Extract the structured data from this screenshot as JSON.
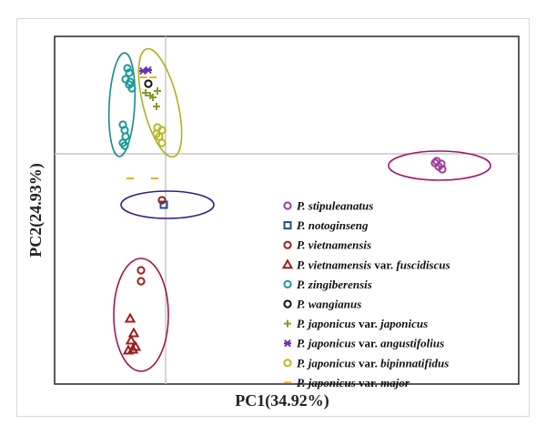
{
  "chart_data": {
    "type": "scatter",
    "title": "",
    "xlabel": "PC1(34.92%)",
    "ylabel": "PC2(24.93%)",
    "xlim": [
      -1.22,
      3.88
    ],
    "ylim": [
      -2.53,
      1.29
    ],
    "grid": false,
    "zero_lines": true,
    "legend_placement": "bottom-right",
    "series": [
      {
        "name": "P. stipuleanatus",
        "parts": [
          "P. stipuleanatus"
        ],
        "marker": "circle",
        "color": "#a03c9c",
        "points": [
          [
            2.98,
            -0.08
          ],
          [
            3.03,
            -0.11
          ],
          [
            3.0,
            -0.14
          ],
          [
            3.04,
            -0.17
          ],
          [
            2.96,
            -0.1
          ]
        ]
      },
      {
        "name": "P. notoginseng",
        "parts": [
          "P. notoginseng"
        ],
        "marker": "square",
        "color": "#1f4e8c",
        "points": [
          [
            -0.02,
            -0.56
          ]
        ]
      },
      {
        "name": "P. vietnamensis",
        "parts": [
          "P. vietnamensis"
        ],
        "marker": "circle",
        "color": "#a01c1c",
        "points": [
          [
            -0.04,
            -0.51
          ],
          [
            -0.27,
            -1.28
          ],
          [
            -0.27,
            -1.4
          ]
        ]
      },
      {
        "name": "P. vietnamensis var. fuscidiscus",
        "parts": [
          "P. vietnamensis",
          " var. ",
          "fuscidiscus"
        ],
        "marker": "triangle",
        "color": "#a01c1c",
        "points": [
          [
            -0.39,
            -1.81
          ],
          [
            -0.35,
            -1.97
          ],
          [
            -0.38,
            -2.05
          ],
          [
            -0.33,
            -2.12
          ],
          [
            -0.36,
            -2.15
          ],
          [
            -0.41,
            -2.16
          ]
        ]
      },
      {
        "name": "P. zingiberensis",
        "parts": [
          "P. zingiberensis"
        ],
        "marker": "circle",
        "color": "#1a9a9a",
        "points": [
          [
            -0.42,
            0.94
          ],
          [
            -0.4,
            0.89
          ],
          [
            -0.44,
            0.82
          ],
          [
            -0.39,
            0.79
          ],
          [
            -0.37,
            0.72
          ],
          [
            -0.4,
            0.76
          ],
          [
            -0.47,
            0.32
          ],
          [
            -0.45,
            0.26
          ],
          [
            -0.44,
            0.19
          ],
          [
            -0.47,
            0.12
          ],
          [
            -0.45,
            0.09
          ]
        ]
      },
      {
        "name": "P. wangianus",
        "parts": [
          "P. wangianus"
        ],
        "marker": "circle",
        "color": "#111111",
        "points": [
          [
            -0.19,
            0.77
          ]
        ]
      },
      {
        "name": "P. japonicus var. japonicus",
        "parts": [
          "P. japonicus",
          " var. ",
          "japonicus"
        ],
        "marker": "plus",
        "color": "#8a9a2a",
        "points": [
          [
            -0.22,
            0.67
          ],
          [
            -0.17,
            0.64
          ],
          [
            -0.09,
            0.69
          ],
          [
            -0.1,
            0.52
          ],
          [
            -0.14,
            0.62
          ]
        ]
      },
      {
        "name": "P. japonicus var. angustifolius",
        "parts": [
          "P. japonicus",
          " var. ",
          "angustifolius"
        ],
        "marker": "star",
        "color": "#6a2fb0",
        "points": [
          [
            -0.25,
            0.91
          ],
          [
            -0.19,
            0.92
          ]
        ]
      },
      {
        "name": "P. japonicus var. bipinnatifidus",
        "parts": [
          "P. japonicus",
          " var. ",
          "bipinnatifidus"
        ],
        "marker": "circle",
        "color": "#b8b820",
        "points": [
          [
            -0.09,
            0.29
          ],
          [
            -0.04,
            0.26
          ],
          [
            -0.07,
            0.19
          ],
          [
            -0.04,
            0.12
          ],
          [
            -0.1,
            0.22
          ]
        ]
      },
      {
        "name": "P. japonicus var. major",
        "parts": [
          "P. japonicus",
          " var. ",
          "major"
        ],
        "marker": "dash",
        "color": "#f0b020",
        "points": [
          [
            -0.24,
            0.84
          ],
          [
            -0.14,
            0.84
          ],
          [
            -0.39,
            -0.27
          ],
          [
            -0.12,
            -0.27
          ]
        ]
      }
    ],
    "ellipses": [
      {
        "group": "P. zingiberensis",
        "center": [
          -0.48,
          0.54
        ],
        "radii": [
          0.14,
          0.57
        ],
        "angle": 3,
        "color": "#1a8a8a"
      },
      {
        "group": "P. japonicus var. bipinnatifidus",
        "center": [
          -0.06,
          0.56
        ],
        "radii": [
          0.19,
          0.61
        ],
        "angle": -14,
        "color": "#b0b020"
      },
      {
        "group": "P. stipuleanatus",
        "center": [
          3.01,
          -0.13
        ],
        "radii": [
          0.56,
          0.16
        ],
        "angle": 0,
        "color": "#a0186c"
      },
      {
        "group": "P. notoginseng",
        "center": [
          0.02,
          -0.56
        ],
        "radii": [
          0.51,
          0.15
        ],
        "angle": 0,
        "color": "#3a1a8a"
      },
      {
        "group": "P. vietnamensis",
        "center": [
          -0.27,
          -1.77
        ],
        "radii": [
          0.3,
          0.62
        ],
        "angle": 0,
        "color": "#a0184a"
      }
    ]
  }
}
